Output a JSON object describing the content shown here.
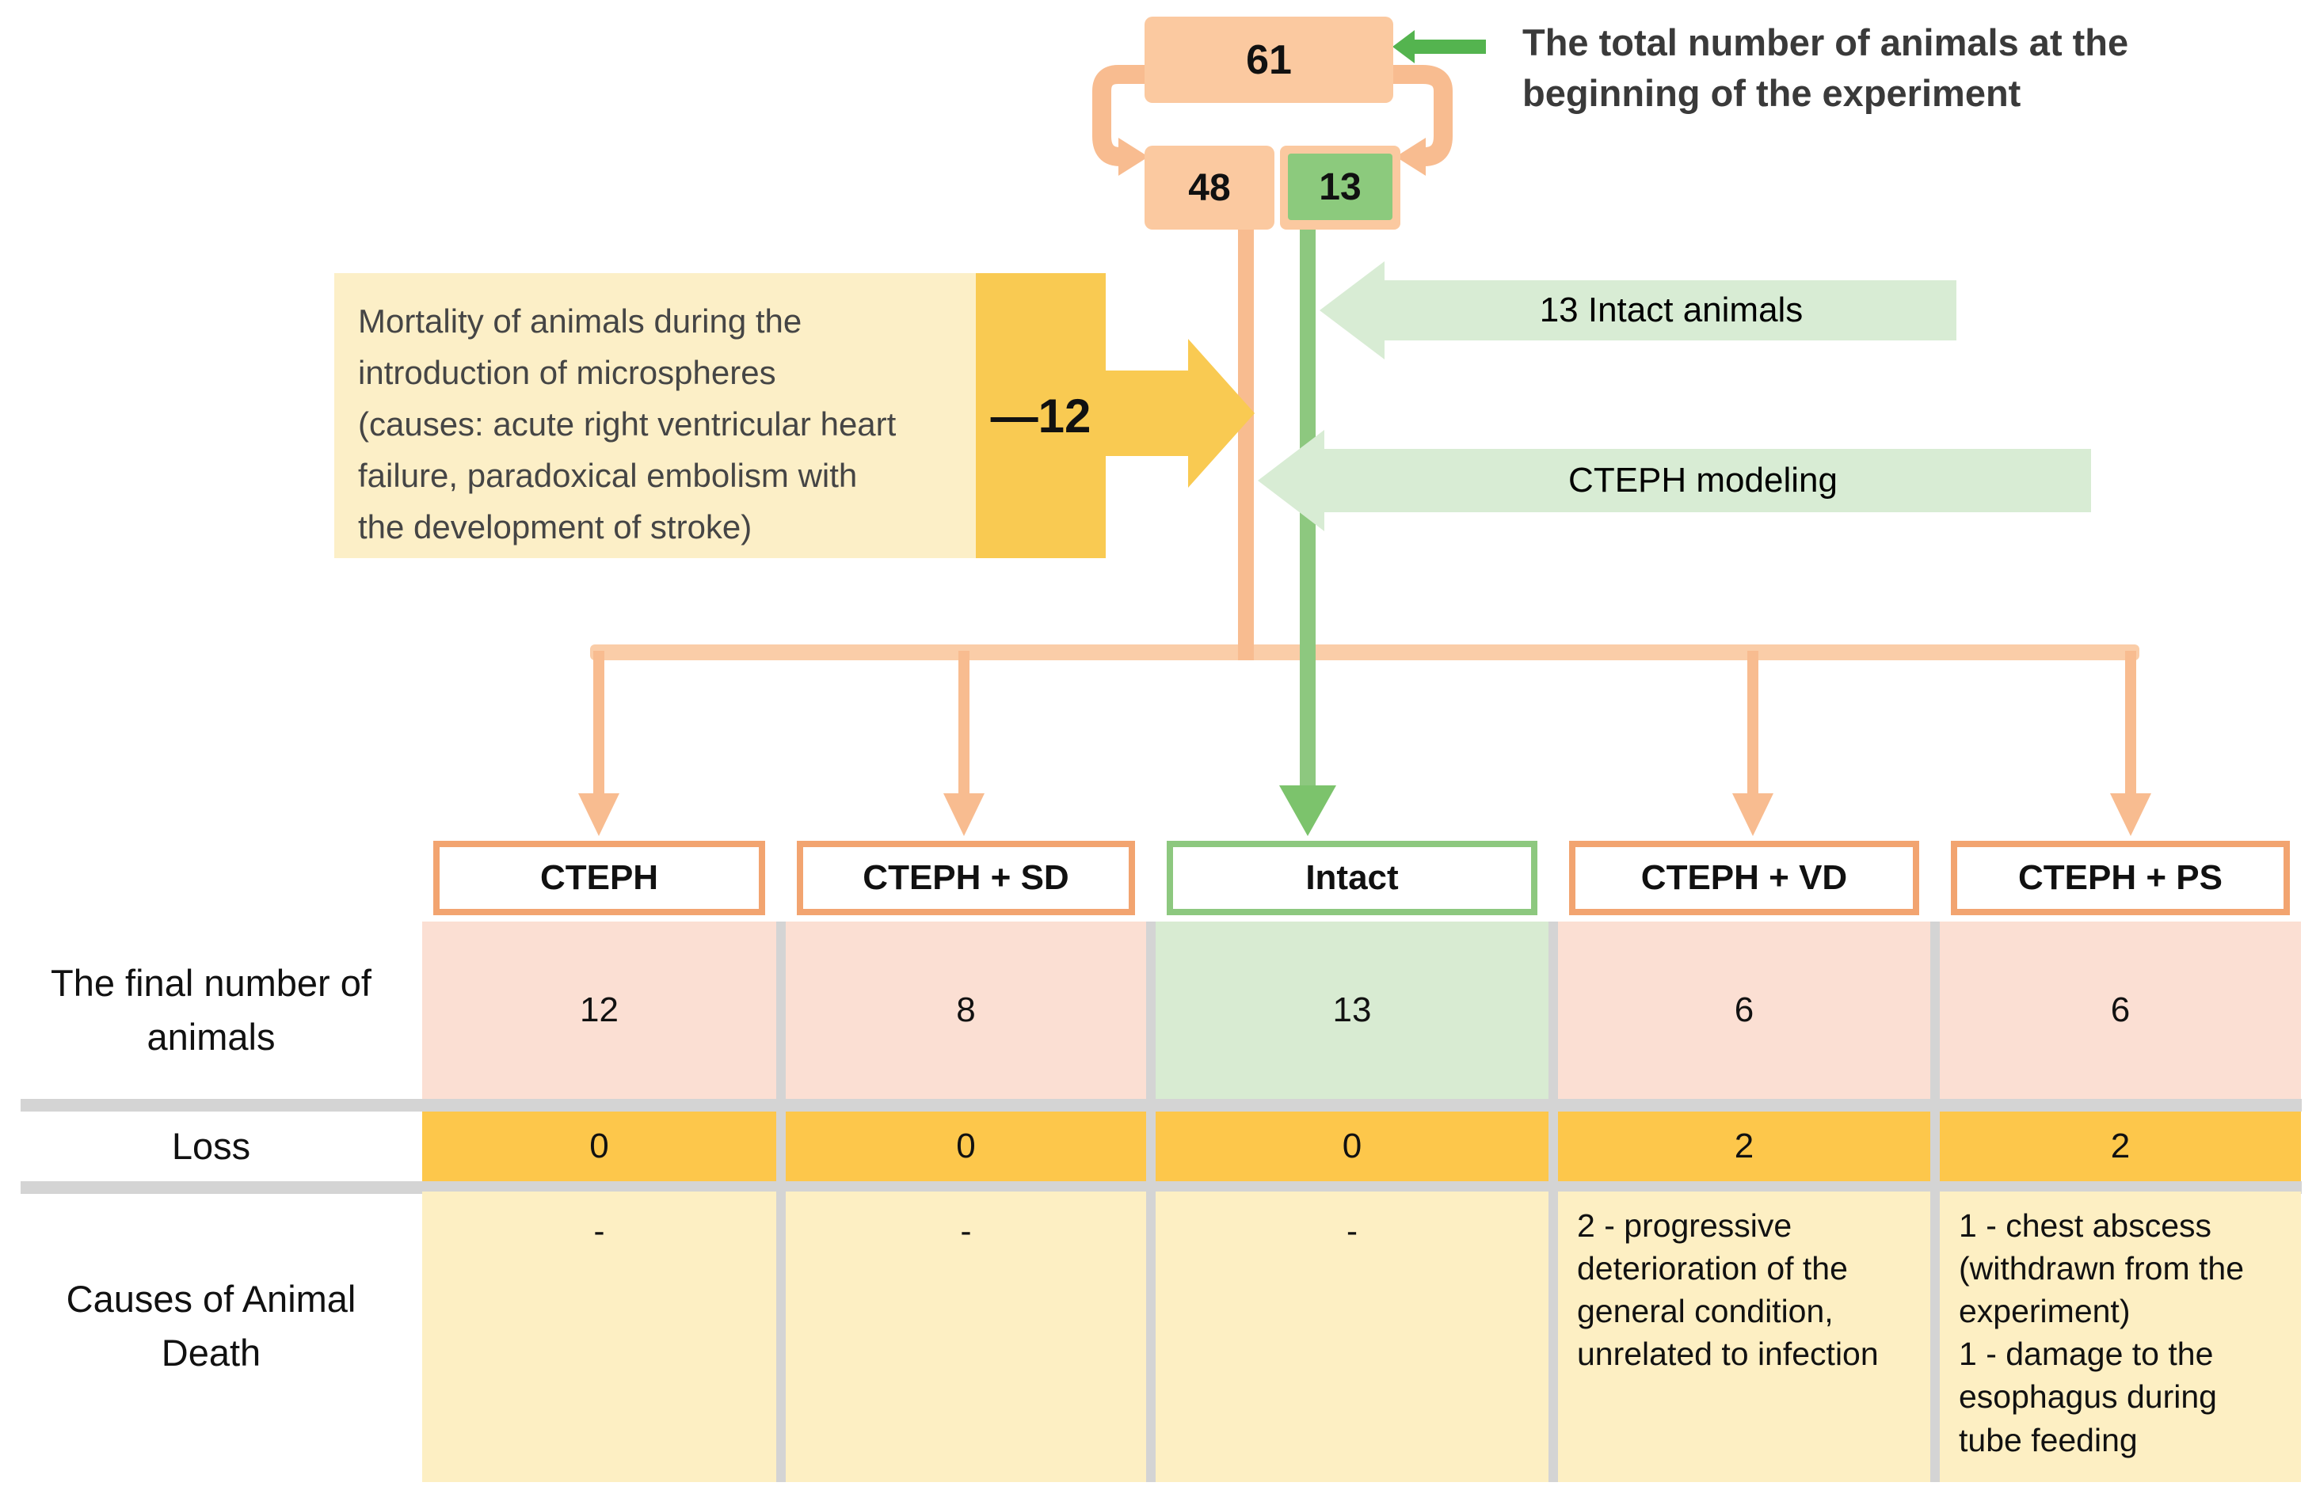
{
  "flow": {
    "total_box": "61",
    "total_annotation": "The total number of animals at the\nbeginning of the experiment",
    "cteph_group_box": "48",
    "intact_group_box": "13",
    "mortality_note": "Mortality of animals during the\nintroduction of microspheres\n(causes: acute right ventricular heart\nfailure, paradoxical embolism with\nthe development of stroke)",
    "mortality_delta": "—12",
    "intact_arrow_label": "13 Intact animals",
    "cteph_arrow_label": "CTEPH modeling"
  },
  "table": {
    "row_labels": {
      "final": "The final number of animals",
      "loss": "Loss",
      "causes": "Causes of Animal Death"
    },
    "columns": [
      {
        "header": "CTEPH",
        "final": "12",
        "loss": "0",
        "causes": "-"
      },
      {
        "header": "CTEPH + SD",
        "final": "8",
        "loss": "0",
        "causes": "-"
      },
      {
        "header": "Intact",
        "final": "13",
        "loss": "0",
        "causes": "-"
      },
      {
        "header": "CTEPH + VD",
        "final": "6",
        "loss": "2",
        "causes": "2  - progressive deterioration of the general condition, unrelated to infection"
      },
      {
        "header": "CTEPH + PS",
        "final": "6",
        "loss": "2",
        "causes": "1 - chest abscess (withdrawn from the experiment)\n1 - damage to the esophagus during tube feeding"
      }
    ]
  },
  "colors": {
    "peach": "#FBC9A0",
    "peach-line": "#F8BC90",
    "branch": "#FACDA8",
    "header-orange": "#F2A470",
    "green-box": "#8CCA7D",
    "green-line": "#8DC87F",
    "green-head": "#7CC36C",
    "green-dark": "#54B44F",
    "green-light": "#D8ECD4",
    "yellow-light": "#FCEFC7",
    "yellow": "#F9CA52",
    "gold": "#FDC74B",
    "pink": "#FBDFD3",
    "green-cell": "#D8EBD2",
    "cream": "#FDEFC3",
    "gray": "#D4D4D4"
  }
}
